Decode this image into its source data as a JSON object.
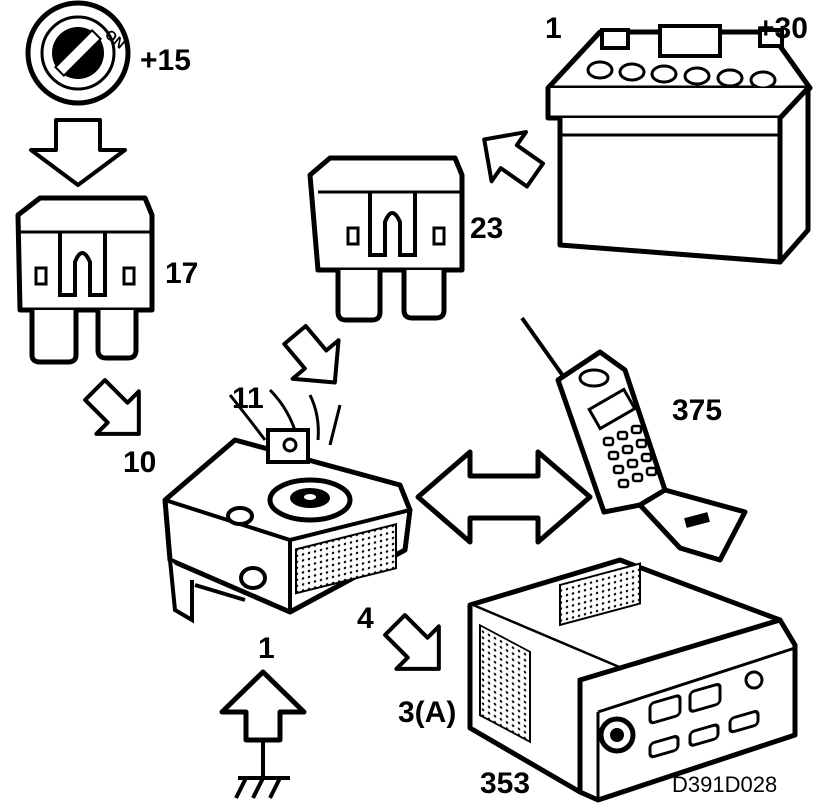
{
  "labels": {
    "ignition": "+15",
    "battery_num": "1",
    "battery_term": "+30",
    "fuse_17": "17",
    "fuse_23": "23",
    "phone": "375",
    "module": "11",
    "arrow_10": "10",
    "arrow_4": "4",
    "ground": "1",
    "radio_conn": "3(A)",
    "radio": "353",
    "drawing_code": "D391D028"
  },
  "ignition_switch": {
    "text": "ON"
  }
}
